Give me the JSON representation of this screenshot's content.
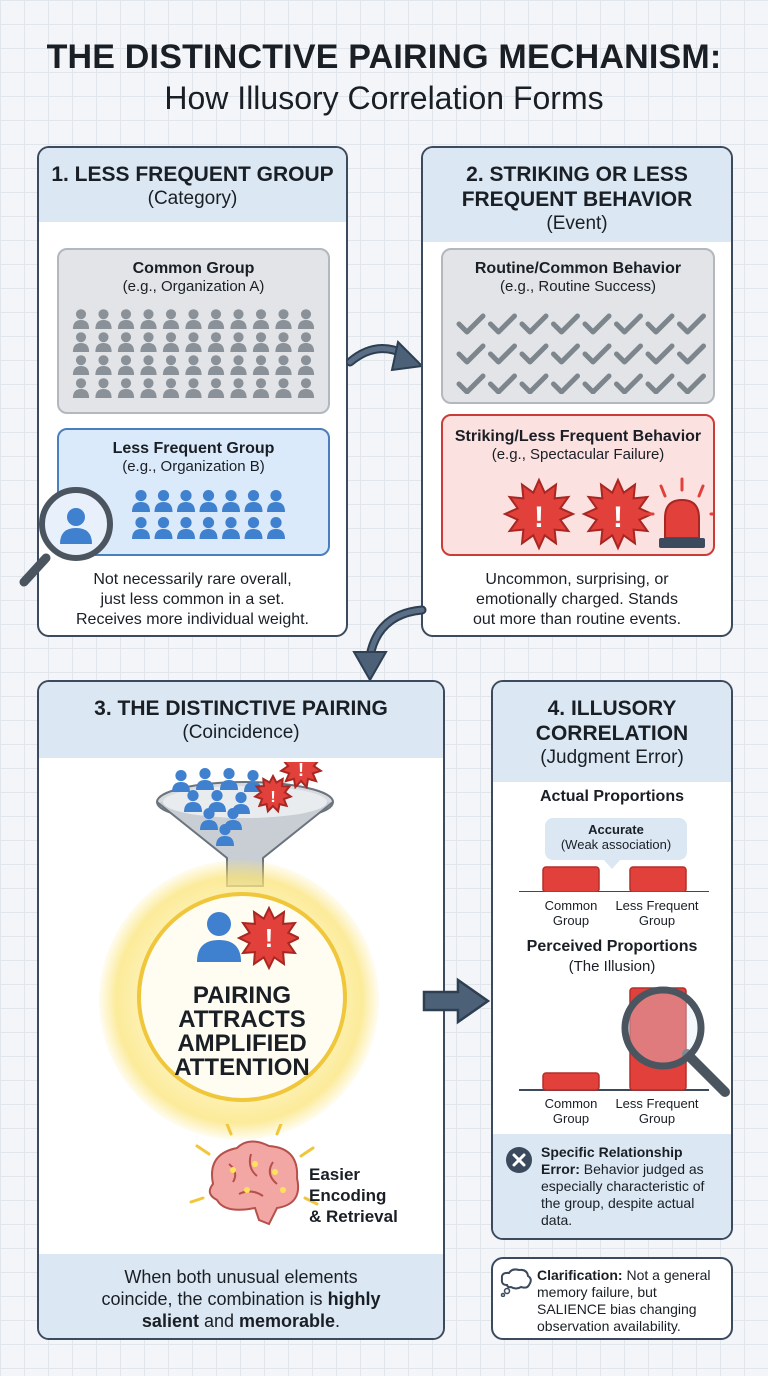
{
  "header": {
    "title": "THE DISTINCTIVE PAIRING MECHANISM:",
    "subtitle": "How Illusory Correlation Forms"
  },
  "panel1": {
    "title": "1. LESS FREQUENT GROUP",
    "subtitle": "(Category)",
    "common_title": "Common Group",
    "common_example": "(e.g., Organization A)",
    "less_title": "Less Frequent Group",
    "less_example": "(e.g., Organization B)",
    "desc": [
      "Not necessarily rare overall,",
      "just less common in a set.",
      "Receives more individual weight."
    ]
  },
  "panel2": {
    "title_line1": "2. STRIKING OR LESS",
    "title_line2": "FREQUENT BEHAVIOR",
    "subtitle": "(Event)",
    "routine_title": "Routine/Common Behavior",
    "routine_example": "(e.g., Routine Success)",
    "striking_title": "Striking/Less Frequent Behavior",
    "striking_example": "(e.g., Spectacular Failure)",
    "desc": [
      "Uncommon, surprising, or",
      "emotionally charged. Stands",
      "out more than routine events."
    ]
  },
  "panel3": {
    "title": "3. THE DISTINCTIVE PAIRING",
    "subtitle": "(Coincidence)",
    "circle_text": [
      "PAIRING",
      "ATTRACTS",
      "AMPLIFIED",
      "ATTENTION"
    ],
    "brain_text": [
      "Easier",
      "Encoding",
      "& Retrieval"
    ],
    "footer_line1": "When both unusual elements",
    "footer_line2_pre": "coincide, the combination is ",
    "footer_bold1": "highly",
    "footer_bold2": "salient",
    "footer_mid": " and ",
    "footer_bold3": "memorable",
    "footer_end": "."
  },
  "panel4": {
    "title_line1": "4. ILLUSORY",
    "title_line2": "CORRELATION",
    "subtitle": "(Judgment Error)",
    "actual_title": "Actual Proportions",
    "accurate_label": "Accurate",
    "accurate_sub": "(Weak association)",
    "perceived_title": "Perceived Proportions",
    "perceived_sub": "(The Illusion)",
    "bar_labels": [
      [
        "Common",
        "Group"
      ],
      [
        "Less Frequent",
        "Group"
      ]
    ],
    "error_bold": "Specific Relationship Error:",
    "error_text": " Behavior judged as especially characteristic of the group, despite actual data."
  },
  "clarification": {
    "bold": "Clarification:",
    "text": " Not a general memory failure, but SALIENCE bias changing observation availability."
  },
  "chart_data": [
    {
      "type": "bar",
      "title": "Actual Proportions",
      "categories": [
        "Common Group",
        "Less Frequent Group"
      ],
      "values": [
        1,
        1
      ]
    },
    {
      "type": "bar",
      "title": "Perceived Proportions",
      "categories": [
        "Common Group",
        "Less Frequent Group"
      ],
      "values": [
        1,
        6
      ]
    }
  ],
  "colors": {
    "panel_border": "#3b4a5c",
    "panel_header": "#dbe7f3",
    "person_gray": "#8a9198",
    "person_blue": "#3f80cf",
    "red": "#e2403b",
    "yellow_glow": "#f7d84a",
    "arrow": "#4c6178"
  }
}
